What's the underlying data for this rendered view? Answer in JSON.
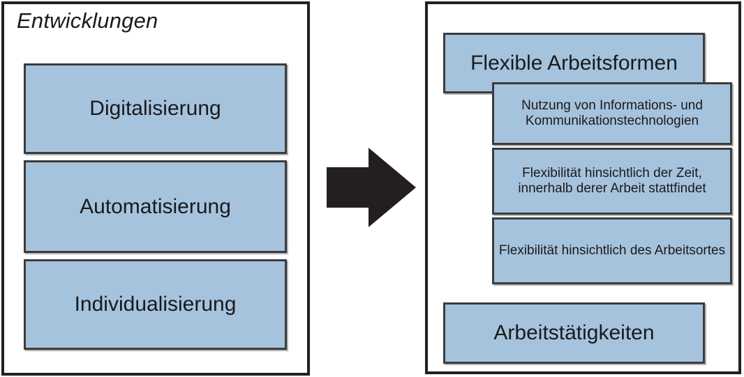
{
  "diagram": {
    "colors": {
      "box_fill": "#a6c3de",
      "box_border": "#3c3c3c",
      "panel_border": "#231f20",
      "arrow_fill": "#231f20",
      "background": "#ffffff",
      "text": "#1a1a1a"
    },
    "left_panel": {
      "title": "Entwicklungen",
      "boxes": [
        {
          "label": "Digitalisierung"
        },
        {
          "label": "Automatisierung"
        },
        {
          "label": "Individualisierung"
        }
      ]
    },
    "arrow": {
      "icon": "right-arrow-icon",
      "direction": "right"
    },
    "right_panel": {
      "title": "",
      "major_boxes": [
        {
          "label": "Flexible Arbeitsformen"
        },
        {
          "label": "Arbeitstätigkeiten"
        }
      ],
      "detail_boxes": [
        {
          "label": "Nutzung von Informations- und Kommunikationstechnologien"
        },
        {
          "label": "Flexibilität hinsichtlich der Zeit, innerhalb derer Arbeit stattfindet"
        },
        {
          "label": "Flexibilität hinsichtlich des Arbeitsortes"
        }
      ]
    }
  }
}
